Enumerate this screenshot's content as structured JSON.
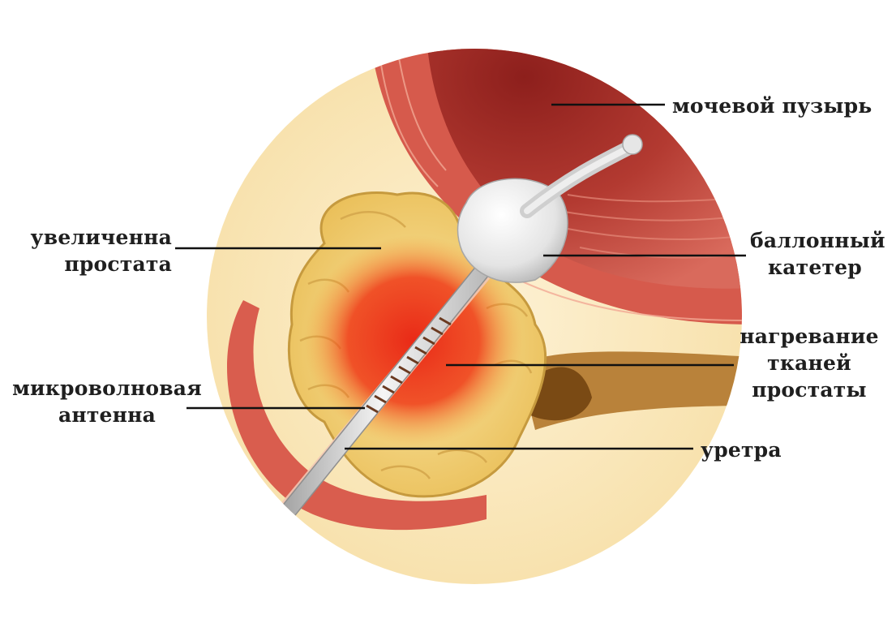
{
  "colors": {
    "background_disc": "#fbe9c3",
    "muscle": "#d9574c",
    "muscle_light": "#ef9a86",
    "bladder_inner": "#b2322b",
    "prostate": "#f6d67a",
    "prostate_edge": "#caa047",
    "heat": "#e8200f",
    "catheter": "#e6e6e6",
    "rectum": "#8a5a1e",
    "leader_line": "#111111"
  },
  "labels": {
    "bladder": {
      "line1": "мочевой пузырь"
    },
    "prostate": {
      "line1": "увеличенна",
      "line2": "простата"
    },
    "catheter": {
      "line1": "баллонный",
      "line2": "катетер"
    },
    "heating": {
      "line1": "нагревание",
      "line2": "тканей",
      "line3": "простаты"
    },
    "antenna": {
      "line1": "микроволновая",
      "line2": "антенна"
    },
    "urethra": {
      "line1": "уретра"
    }
  }
}
